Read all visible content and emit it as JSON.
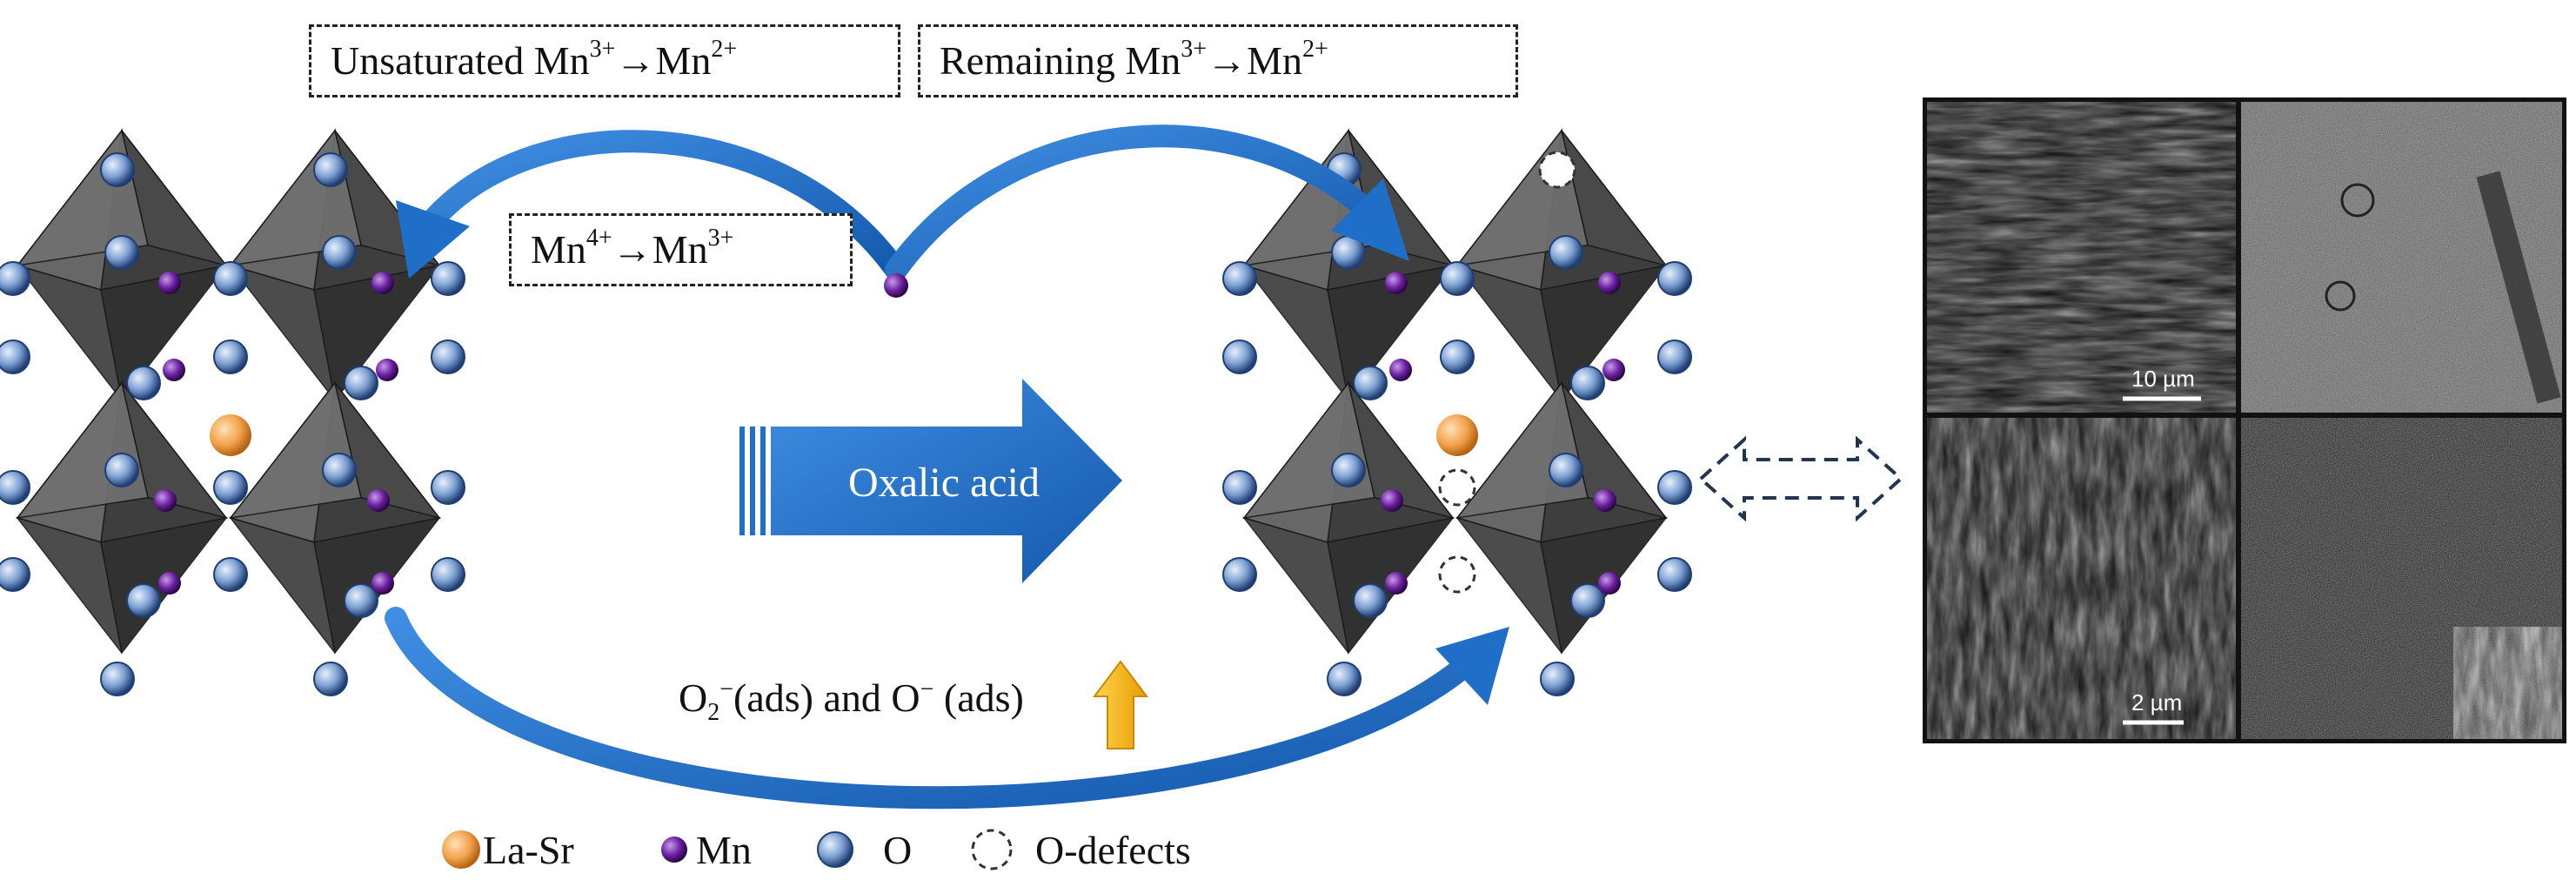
{
  "labels": {
    "unsaturated": {
      "prefix": "Unsaturated Mn",
      "sup1": "3+",
      "arrow": "→Mn",
      "sup2": "2+"
    },
    "remaining": {
      "prefix": "Remaining Mn",
      "sup1": "3+",
      "arrow": "→Mn",
      "sup2": "2+"
    },
    "mn4": {
      "prefix": "Mn",
      "sup1": "4+",
      "arrow": "→Mn",
      "sup2": "3+"
    },
    "oxalic_acid": "Oxalic acid",
    "ads": {
      "o2": "O",
      "o2_sub": "2",
      "o2_sup": "−",
      "middle": "(ads) and O",
      "o_sup": "−",
      "end": " (ads)"
    }
  },
  "legend": {
    "la_sr": "La-Sr",
    "mn": "Mn",
    "o": "O",
    "o_defects": "O-defects"
  },
  "micrographs": {
    "scale_top_left": "10 µm",
    "scale_bottom_left": "2 µm"
  },
  "colors": {
    "arrow_blue": "#1f6fc9",
    "oxygen_atom": "#5a86c2",
    "mn_atom": "#6a1f9e",
    "la_sr_atom": "#f2a24a",
    "octahedron": "#3a3a3a",
    "up_arrow": "#f5b800"
  }
}
